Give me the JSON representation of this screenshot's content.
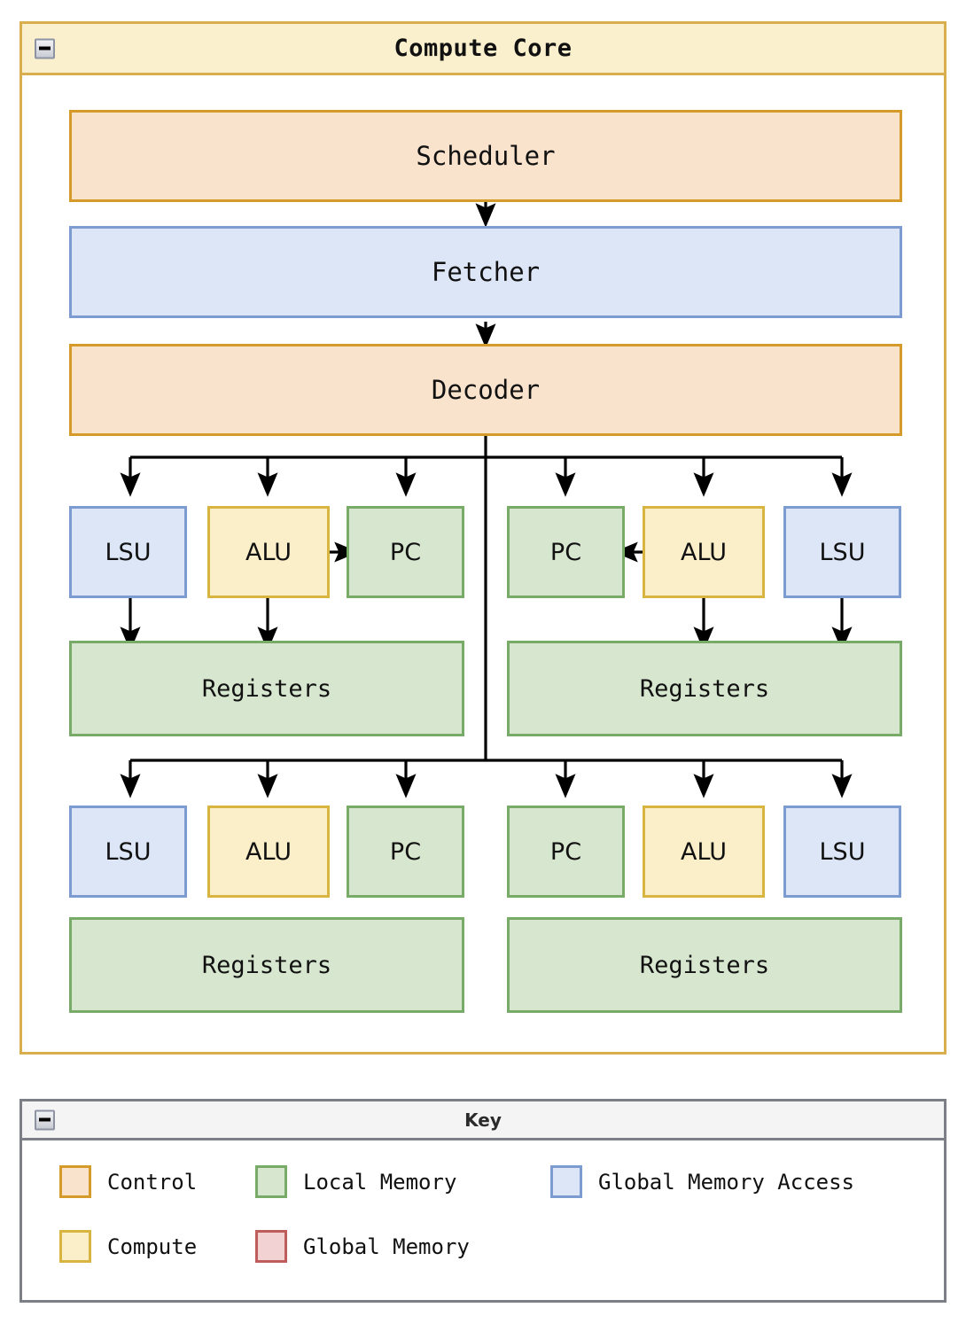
{
  "core": {
    "title": "Compute Core",
    "collapse_icon": "minus-square-icon",
    "pipeline": [
      {
        "label": "Scheduler",
        "category": "Control"
      },
      {
        "label": "Fetcher",
        "category": "Global Memory Access"
      },
      {
        "label": "Decoder",
        "category": "Control"
      }
    ],
    "thread_groups": [
      {
        "id": "group-top-left",
        "units": [
          {
            "label": "LSU",
            "category": "Global Memory Access"
          },
          {
            "label": "ALU",
            "category": "Compute"
          },
          {
            "label": "PC",
            "category": "Local Memory"
          }
        ],
        "registers": {
          "label": "Registers",
          "category": "Local Memory"
        }
      },
      {
        "id": "group-top-right",
        "units": [
          {
            "label": "PC",
            "category": "Local Memory"
          },
          {
            "label": "ALU",
            "category": "Compute"
          },
          {
            "label": "LSU",
            "category": "Global Memory Access"
          }
        ],
        "registers": {
          "label": "Registers",
          "category": "Local Memory"
        }
      },
      {
        "id": "group-bottom-left",
        "units": [
          {
            "label": "LSU",
            "category": "Global Memory Access"
          },
          {
            "label": "ALU",
            "category": "Compute"
          },
          {
            "label": "PC",
            "category": "Local Memory"
          }
        ],
        "registers": {
          "label": "Registers",
          "category": "Local Memory"
        }
      },
      {
        "id": "group-bottom-right",
        "units": [
          {
            "label": "PC",
            "category": "Local Memory"
          },
          {
            "label": "ALU",
            "category": "Compute"
          },
          {
            "label": "LSU",
            "category": "Global Memory Access"
          }
        ],
        "registers": {
          "label": "Registers",
          "category": "Local Memory"
        }
      }
    ]
  },
  "key": {
    "title": "Key",
    "collapse_icon": "minus-square-icon",
    "items": [
      {
        "label": "Control",
        "color": "#fae3cd",
        "border": "#d49b2b"
      },
      {
        "label": "Local Memory",
        "color": "#d7e7cf",
        "border": "#79ab68"
      },
      {
        "label": "Global Memory Access",
        "color": "#dce6f7",
        "border": "#7c9bd0"
      },
      {
        "label": "Compute",
        "color": "#fbefca",
        "border": "#d8b440"
      },
      {
        "label": "Global Memory",
        "color": "#f2d2d2",
        "border": "#bf5d5d"
      }
    ]
  },
  "colors": {
    "core_border": "#d9ae4e",
    "core_titlebar": "#fbf0cd",
    "key_border": "#7c7f86",
    "key_titlebar": "#f4f4f4",
    "edge": "#000000",
    "canvas": "#ffffff"
  }
}
